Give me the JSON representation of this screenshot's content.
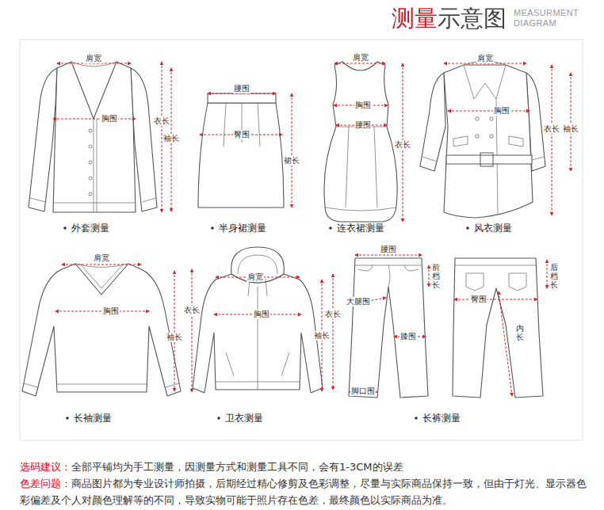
{
  "diagram": {
    "title": "测量示意图",
    "labels": [
      "MEASURMENT DIAGRAM",
      "肩宽",
      "胸围",
      "衣长",
      "袖长",
      "外套测量",
      "腰围",
      "臀围",
      "裙长",
      "半身裙测量",
      "肩宽",
      "胸围",
      "腰围",
      "衣长",
      "连衣裙测量",
      "肩宽",
      "胸围",
      "衣长",
      "袖长",
      "风衣测量",
      "肩宽",
      "胸围",
      "衣长",
      "袖长",
      "长袖测量",
      "肩宽",
      "胸围",
      "衣长",
      "袖长",
      "卫衣测量",
      "腰围",
      "前档长",
      "大腿围",
      "膝围",
      "脚口围",
      "后档长",
      "臀围",
      "内长",
      "长裤测量",
      "选码建议：",
      "全部平铺均为手工测量，因测量方式和测量工具不同，会有1-3CM的误差",
      "色差问题：",
      "商品图片都为专业设计师拍摄，后期经过精心修剪及色彩调整，尽量与实际商品保持一致，但由于灯光、显示器色彩偏差及个人对颜色理解等的不同，导致实物可能于照片存在色差，最终颜色以实际商品为准。"
    ]
  }
}
